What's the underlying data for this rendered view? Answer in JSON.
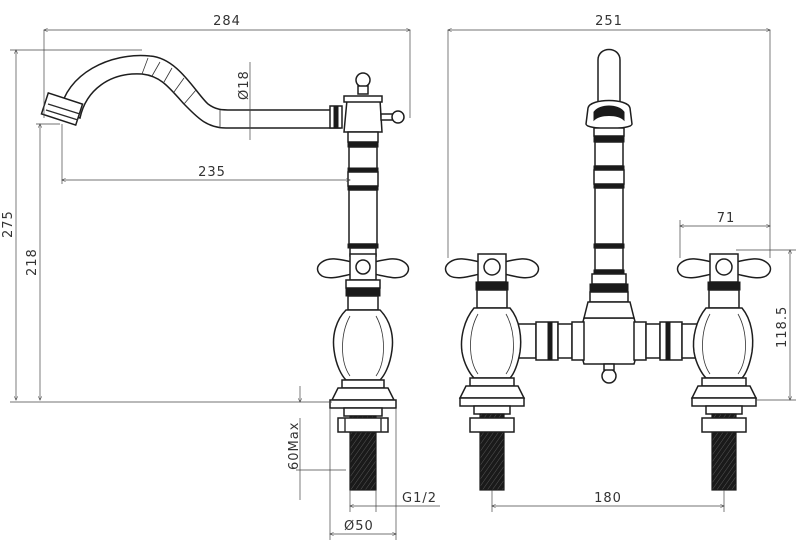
{
  "dimensions": {
    "overall_width_side": "284",
    "overall_width_front": "251",
    "spout_diameter": "Ø18",
    "spout_reach": "235",
    "overall_height": "275",
    "spout_height": "218",
    "handle_offset": "71",
    "handle_height": "118.5",
    "max_deck_thickness": "60Max",
    "thread_size": "G1/2",
    "base_diameter": "Ø50",
    "centres": "180"
  },
  "colors": {
    "line": "#2a2a2a",
    "fill_dark": "#1a1a1a",
    "background": "#ffffff"
  }
}
